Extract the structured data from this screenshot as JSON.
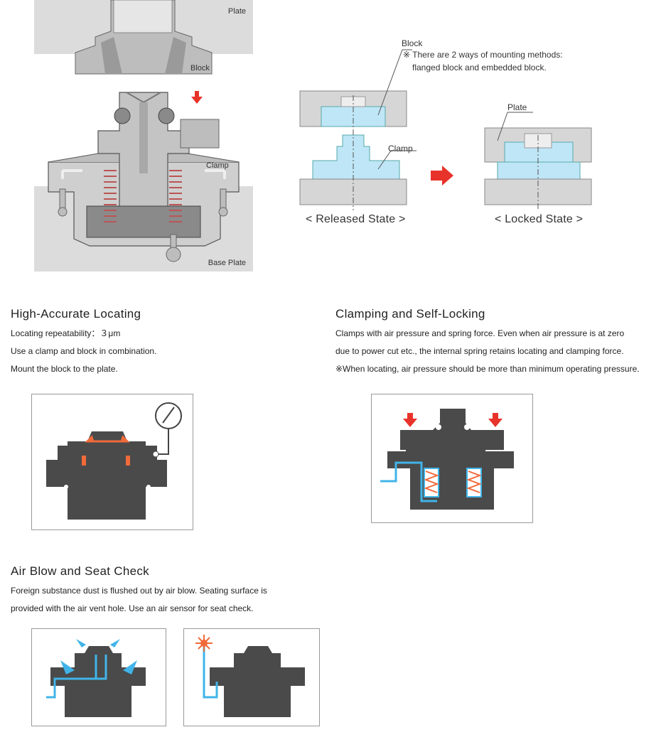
{
  "cutaway": {
    "label_plate": "Plate",
    "label_block": "Block",
    "label_clamp": "Clamp",
    "label_base_plate": "Base Plate"
  },
  "states": {
    "block_label": "Block",
    "note_line1": "※ There are 2 ways of mounting methods:",
    "note_line2": "flanged block and embedded block.",
    "clamp_label": "Clamp",
    "plate_label": "Plate",
    "released_caption": "< Released State >",
    "locked_caption": "< Locked State >"
  },
  "features": {
    "locating": {
      "title": "High-Accurate Locating",
      "lines": [
        "Locating repeatability：３μm",
        "Use a clamp and block in combination.",
        "Mount the block to the plate."
      ]
    },
    "clamping": {
      "title": "Clamping and Self-Locking",
      "lines": [
        "Clamps with air pressure and spring force. Even when air pressure is at zero",
        "due to power cut etc., the internal spring retains locating and clamping force.",
        "※When locating, air pressure should be more than minimum operating pressure."
      ]
    },
    "airblow": {
      "title": "Air Blow and Seat Check",
      "lines": [
        "Foreign substance dust is flushed out by air blow. Seating surface is",
        "provided with the air vent hole. Use an air sensor for seat check."
      ]
    }
  },
  "colors": {
    "metal_gray": "#c8c8c8",
    "dark_body": "#4a4a4a",
    "air_blue": "#40b4e8",
    "light_blue": "#bfe6f6",
    "arrow_red": "#e8332a",
    "orange": "#f06a3a"
  }
}
